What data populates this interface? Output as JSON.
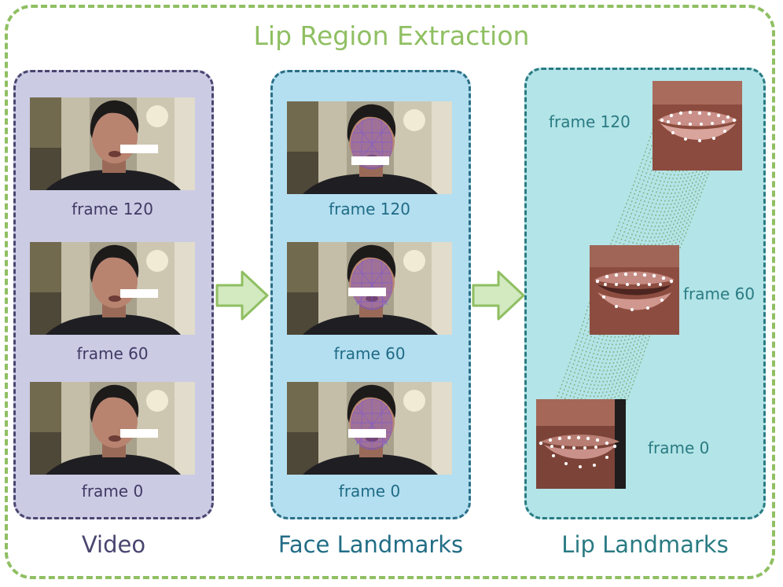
{
  "title": "Lip Region Extraction",
  "panels": {
    "video": {
      "label": "Video",
      "frames": [
        "frame 120",
        "frame 60",
        "frame 0"
      ]
    },
    "face_landmarks": {
      "label": "Face Landmarks",
      "frames": [
        "frame 120",
        "frame 60",
        "frame 0"
      ]
    },
    "lip_landmarks": {
      "label": "Lip Landmarks",
      "frames": [
        "frame 120",
        "frame 60",
        "frame 0"
      ]
    }
  },
  "colors": {
    "outer_border": "#8fbf62",
    "video_bg": "#cccbe4",
    "face_bg": "#b4dff0",
    "lip_bg": "#b3e4e7",
    "arrow_fill": "#d3e9c0",
    "arrow_stroke": "#8fbf62",
    "mesh": "#7a55d8",
    "trajectory": "#7faa78"
  }
}
